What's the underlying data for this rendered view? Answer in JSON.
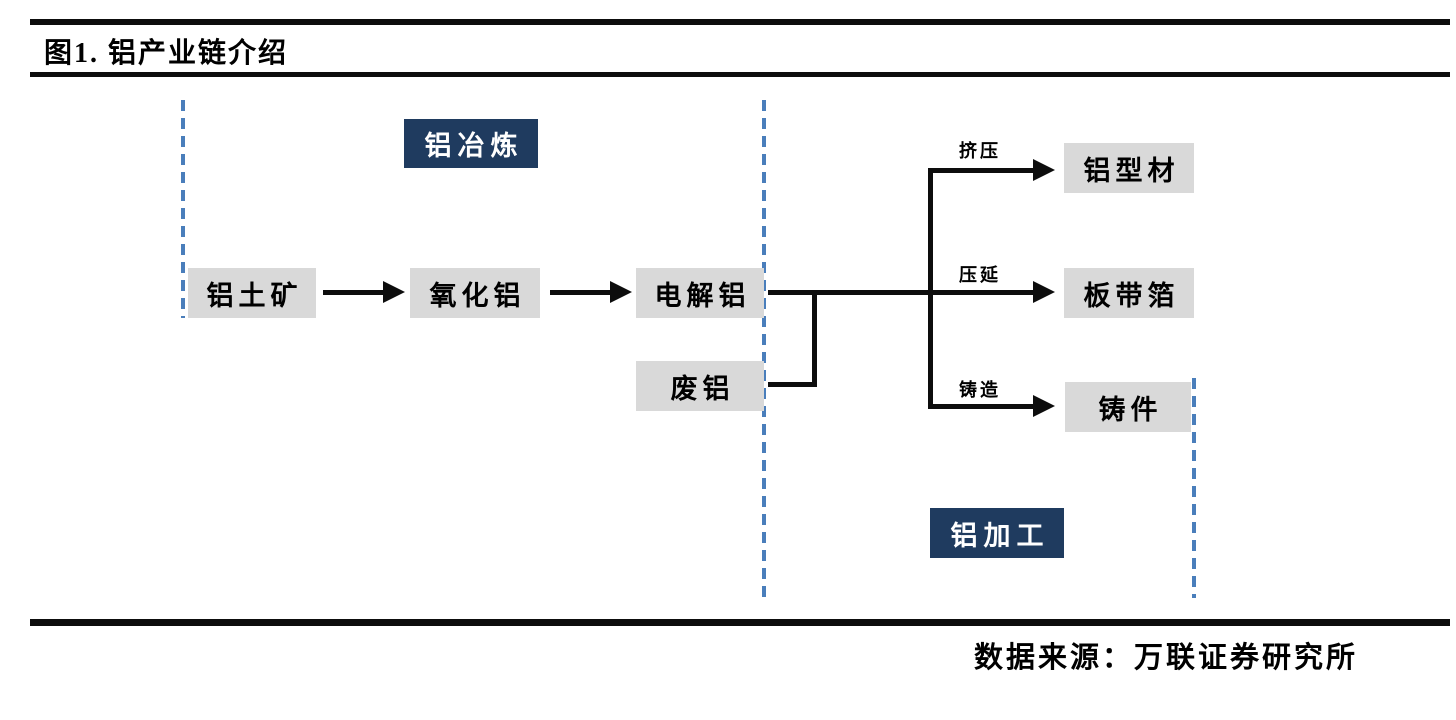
{
  "figure": {
    "title": "图1. 铝产业链介绍",
    "source": "数据来源：万联证券研究所"
  },
  "stages": {
    "smelting": {
      "label": "铝冶炼"
    },
    "processing": {
      "label": "铝加工"
    }
  },
  "nodes": {
    "bauxite": {
      "label": "铝土矿"
    },
    "alumina": {
      "label": "氧化铝"
    },
    "electrolytic_aluminum": {
      "label": "电解铝"
    },
    "scrap_aluminum": {
      "label": "废铝"
    },
    "aluminum_profiles": {
      "label": "铝型材"
    },
    "sheet_strip_foil": {
      "label": "板带箔"
    },
    "castings": {
      "label": "铸件"
    }
  },
  "process_labels": {
    "extrusion": "挤压",
    "rolling": "压延",
    "casting": "铸造"
  },
  "edges": [
    {
      "from": "bauxite",
      "to": "alumina"
    },
    {
      "from": "alumina",
      "to": "electrolytic_aluminum"
    },
    {
      "from": "electrolytic_aluminum",
      "to": "aluminum_profiles",
      "label_key": "extrusion"
    },
    {
      "from": "electrolytic_aluminum",
      "to": "sheet_strip_foil",
      "label_key": "rolling"
    },
    {
      "from": "electrolytic_aluminum",
      "to": "castings",
      "label_key": "casting"
    },
    {
      "from": "scrap_aluminum",
      "to": "downstream_trunk"
    }
  ],
  "colors": {
    "stage_navy": "#1f3b5f",
    "node_gray": "#d9d9d9",
    "divider_blue": "#4a7ebb",
    "line_black": "#0d0d0d"
  }
}
